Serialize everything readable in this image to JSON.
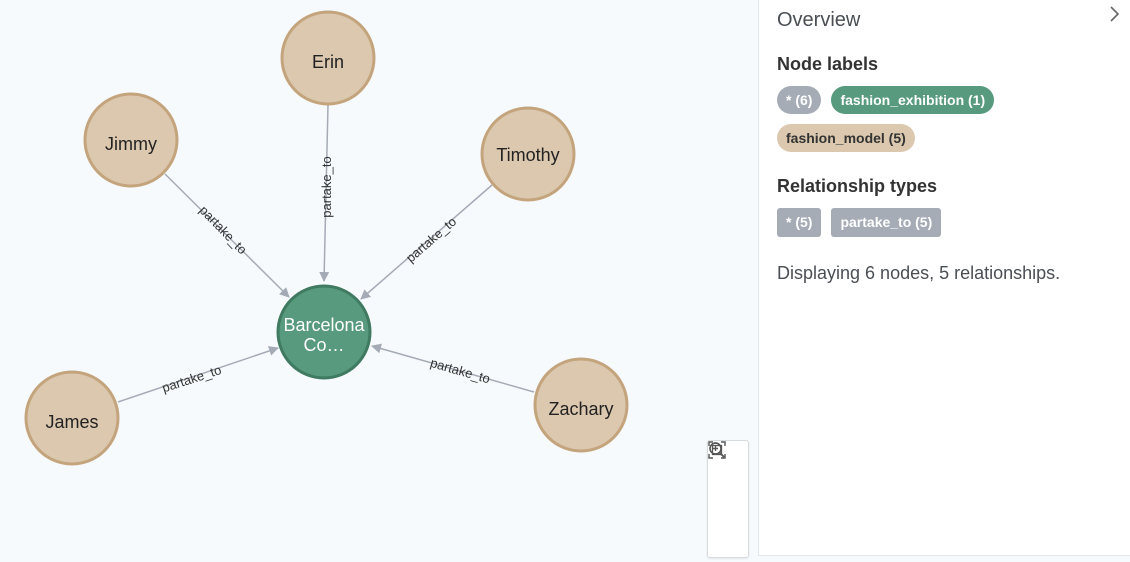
{
  "graph": {
    "nodes": [
      {
        "id": "erin",
        "label": "Erin",
        "type": "fashion_model"
      },
      {
        "id": "jimmy",
        "label": "Jimmy",
        "type": "fashion_model"
      },
      {
        "id": "timothy",
        "label": "Timothy",
        "type": "fashion_model"
      },
      {
        "id": "james",
        "label": "James",
        "type": "fashion_model"
      },
      {
        "id": "zachary",
        "label": "Zachary",
        "type": "fashion_model"
      },
      {
        "id": "barcelona",
        "label_line1": "Barcelona",
        "label_line2": "Co…",
        "type": "fashion_exhibition"
      }
    ],
    "relationships": [
      {
        "from": "erin",
        "to": "barcelona",
        "label": "partake_to"
      },
      {
        "from": "jimmy",
        "to": "barcelona",
        "label": "partake_to"
      },
      {
        "from": "timothy",
        "to": "barcelona",
        "label": "partake_to"
      },
      {
        "from": "james",
        "to": "barcelona",
        "label": "partake_to"
      },
      {
        "from": "zachary",
        "to": "barcelona",
        "label": "partake_to"
      }
    ]
  },
  "colors": {
    "model_fill": "#dbc8af",
    "model_stroke": "#c4a47c",
    "exhibition_fill": "#579a7e",
    "exhibition_stroke": "#3f7a61",
    "edge": "#a5abb6"
  },
  "zoom_controls": {
    "zoom_in_icon": "zoom-in-icon",
    "zoom_out_icon": "zoom-out-icon",
    "fit_icon": "fit-to-screen-icon"
  },
  "sidebar": {
    "title": "Overview",
    "collapse_icon": "chevron-right-icon",
    "node_labels_heading": "Node labels",
    "node_labels": [
      {
        "text": "* (6)",
        "style": "grey"
      },
      {
        "text": "fashion_exhibition (1)",
        "style": "green"
      },
      {
        "text": "fashion_model (5)",
        "style": "tan"
      }
    ],
    "relationship_types_heading": "Relationship types",
    "relationship_types": [
      {
        "text": "* (5)",
        "style": "grey"
      },
      {
        "text": "partake_to (5)",
        "style": "grey"
      }
    ],
    "summary": "Displaying 6 nodes, 5 relationships."
  }
}
